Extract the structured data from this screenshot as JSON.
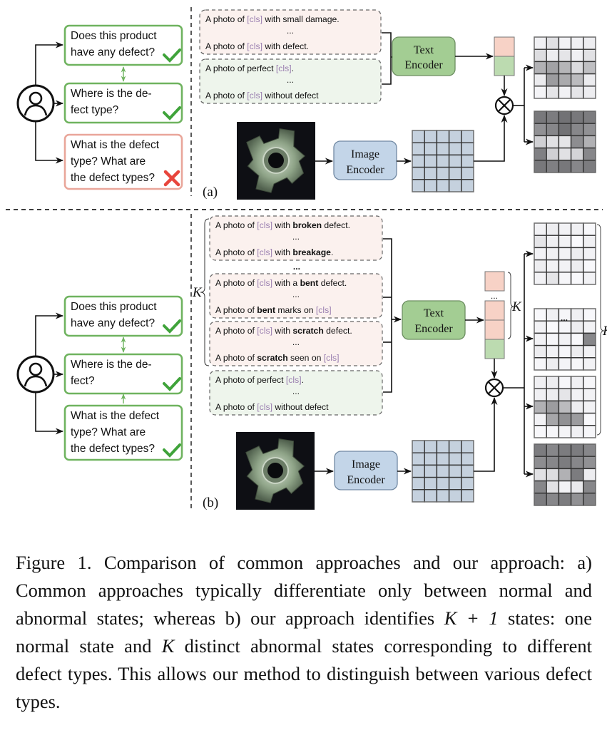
{
  "panel_a": {
    "label": "(a)",
    "questions": [
      {
        "lines": [
          "Does this product",
          "have any defect?"
        ],
        "status": "check"
      },
      {
        "lines": [
          "Where is the de-",
          "fect type?"
        ],
        "status": "check"
      },
      {
        "lines": [
          "What is the defect",
          "type?  What are",
          "the defect types?"
        ],
        "status": "cross"
      }
    ],
    "prompt_groups": [
      {
        "kind": "abnormal",
        "lines": [
          [
            {
              "t": "A photo of "
            },
            {
              "t": "[cls]",
              "c": true
            },
            {
              "t": " with small damage."
            }
          ],
          [
            {
              "t": "..."
            }
          ],
          [
            {
              "t": "A photo of "
            },
            {
              "t": "[cls]",
              "c": true
            },
            {
              "t": " with defect."
            }
          ]
        ]
      },
      {
        "kind": "normal",
        "lines": [
          [
            {
              "t": "A photo of perfect "
            },
            {
              "t": "[cls]",
              "c": true
            },
            {
              "t": "."
            }
          ],
          [
            {
              "t": "..."
            }
          ],
          [
            {
              "t": "A photo of "
            },
            {
              "t": "[cls]",
              "c": true
            },
            {
              "t": " without defect"
            }
          ]
        ]
      }
    ],
    "text_encoder": [
      "Text",
      "Encoder"
    ],
    "image_encoder": [
      "Image",
      "Encoder"
    ],
    "output_maps": [
      [
        [
          0.05,
          0.12,
          0.04,
          0.05,
          0.06
        ],
        [
          0.14,
          0.06,
          0.1,
          0.05,
          0.12
        ],
        [
          0.35,
          0.42,
          0.33,
          0.15,
          0.28
        ],
        [
          0.07,
          0.45,
          0.38,
          0.3,
          0.07
        ],
        [
          0.03,
          0.1,
          0.04,
          0.1,
          0.06
        ]
      ],
      [
        [
          0.62,
          0.6,
          0.65,
          0.62,
          0.6
        ],
        [
          0.5,
          0.55,
          0.65,
          0.55,
          0.5
        ],
        [
          0.2,
          0.12,
          0.1,
          0.52,
          0.35
        ],
        [
          0.58,
          0.2,
          0.12,
          0.18,
          0.55
        ],
        [
          0.62,
          0.58,
          0.62,
          0.55,
          0.6
        ]
      ]
    ]
  },
  "panel_b": {
    "label": "(b)",
    "k_symbol": "K",
    "questions": [
      {
        "lines": [
          "Does this product",
          "have any defect?"
        ],
        "status": "check"
      },
      {
        "lines": [
          "Where is the de-",
          "fect?"
        ],
        "status": "check"
      },
      {
        "lines": [
          "What is the defect",
          "type?  What are",
          "the defect types?"
        ],
        "status": "check"
      }
    ],
    "prompt_groups": [
      {
        "kind": "abnormal",
        "lines": [
          [
            {
              "t": "A photo of "
            },
            {
              "t": "[cls]",
              "c": true
            },
            {
              "t": " with "
            },
            {
              "t": "broken",
              "b": true
            },
            {
              "t": " defect."
            }
          ],
          [
            {
              "t": "..."
            }
          ],
          [
            {
              "t": "A photo of "
            },
            {
              "t": "[cls]",
              "c": true
            },
            {
              "t": " with "
            },
            {
              "t": "breakage",
              "b": true
            },
            {
              "t": "."
            }
          ]
        ]
      },
      {
        "kind": "abnormal",
        "lines": [
          [
            {
              "t": "A photo of "
            },
            {
              "t": "[cls]",
              "c": true
            },
            {
              "t": " with a "
            },
            {
              "t": "bent",
              "b": true
            },
            {
              "t": " defect."
            }
          ],
          [
            {
              "t": "..."
            }
          ],
          [
            {
              "t": "A photo of "
            },
            {
              "t": "bent",
              "b": true
            },
            {
              "t": " marks on "
            },
            {
              "t": "[cls]",
              "c": true
            }
          ]
        ]
      },
      {
        "kind": "abnormal",
        "lines": [
          [
            {
              "t": "A photo of "
            },
            {
              "t": "[cls]",
              "c": true
            },
            {
              "t": " with "
            },
            {
              "t": "scratch",
              "b": true
            },
            {
              "t": " defect."
            }
          ],
          [
            {
              "t": "..."
            }
          ],
          [
            {
              "t": "A photo of "
            },
            {
              "t": "scratch",
              "b": true
            },
            {
              "t": " seen on "
            },
            {
              "t": "[cls]",
              "c": true
            }
          ]
        ]
      },
      {
        "kind": "normal",
        "lines": [
          [
            {
              "t": "A photo of perfect "
            },
            {
              "t": "[cls]",
              "c": true
            },
            {
              "t": "."
            }
          ],
          [
            {
              "t": "..."
            }
          ],
          [
            {
              "t": "A photo of "
            },
            {
              "t": "[cls]",
              "c": true
            },
            {
              "t": " without defect"
            }
          ]
        ]
      }
    ],
    "group_ellipsis": "...",
    "embedding_ellipsis": "...",
    "map_ellipsis": "...",
    "text_encoder": [
      "Text",
      "Encoder"
    ],
    "image_encoder": [
      "Image",
      "Encoder"
    ],
    "output_maps": [
      [
        [
          0.04,
          0.06,
          0.04,
          0.05,
          0.01
        ],
        [
          0.1,
          0.05,
          0.04,
          0.0,
          0.05
        ],
        [
          0.04,
          0.05,
          0.04,
          0.06,
          0.04
        ],
        [
          0.06,
          0.04,
          0.04,
          0.06,
          0.01
        ],
        [
          0.04,
          0.1,
          0.02,
          0.01,
          0.04
        ]
      ],
      [
        [
          0.01,
          0.05,
          0.02,
          0.05,
          0.01
        ],
        [
          0.04,
          0.0,
          0.02,
          0.06,
          0.04
        ],
        [
          0.04,
          0.02,
          0.04,
          0.01,
          0.55
        ],
        [
          0.06,
          0.04,
          0.02,
          0.06,
          0.04
        ],
        [
          0.02,
          0.06,
          0.03,
          0.02,
          0.04
        ]
      ],
      [
        [
          0.05,
          0.06,
          0.02,
          0.05,
          0.02
        ],
        [
          0.05,
          0.06,
          0.1,
          0.04,
          0.04
        ],
        [
          0.35,
          0.45,
          0.3,
          0.06,
          0.04
        ],
        [
          0.04,
          0.4,
          0.5,
          0.45,
          0.01
        ],
        [
          0.01,
          0.02,
          0.03,
          0.05,
          0.02
        ]
      ],
      [
        [
          0.6,
          0.55,
          0.6,
          0.6,
          0.55
        ],
        [
          0.52,
          0.55,
          0.6,
          0.55,
          0.5
        ],
        [
          0.12,
          0.14,
          0.35,
          0.6,
          0.06
        ],
        [
          0.55,
          0.12,
          0.04,
          0.08,
          0.55
        ],
        [
          0.6,
          0.55,
          0.6,
          0.5,
          0.58
        ]
      ]
    ]
  },
  "caption": {
    "figure_label": "Figure 1.",
    "text_before_k1": " Comparison of common approaches and our approach: a) Common approaches typically differentiate only between normal and abnormal states; whereas b) our approach identifies ",
    "k_plus_one": "K + 1",
    "text_mid": " states: one normal state and ",
    "k": "K",
    "text_after": " distinct abnormal states corresponding to different defect types. This allows our method to distinguish between various defect types."
  },
  "colors": {
    "question_ok_border": "#6fb35f",
    "question_bad_border": "#e9a69a",
    "check": "#3fa33a",
    "cross": "#e8453c",
    "abnormal_fill": "#fbf1ee",
    "normal_fill": "#eef5ec",
    "text_encoder_fill": "#a3cd93",
    "image_encoder_fill": "#c3d5e8",
    "feature_grid_fill": "#c5d1de",
    "emb_abnormal": "#f7d2c6",
    "emb_normal": "#bcdbb0"
  }
}
